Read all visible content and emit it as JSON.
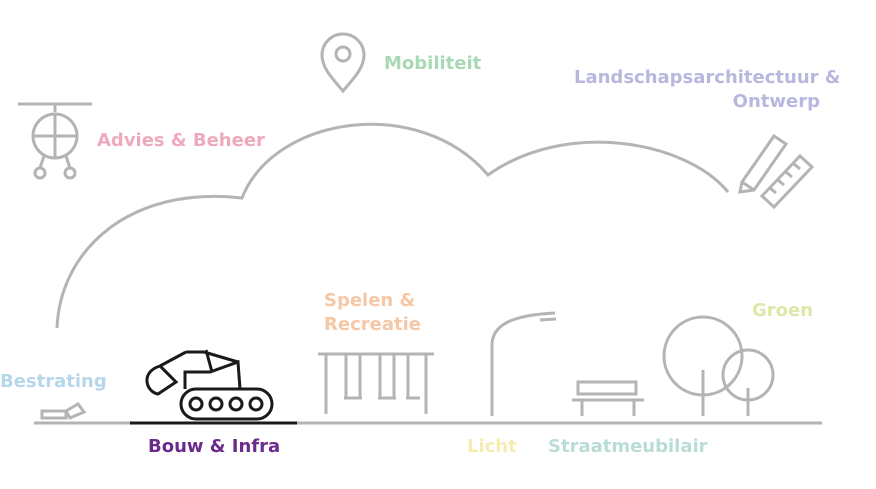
{
  "labels": {
    "mobiliteit": {
      "text": "Mobiliteit",
      "color": "#a9d8b4"
    },
    "landschap": {
      "line1": "Landschapsarchitectuur &",
      "line2": "Ontwerp",
      "color": "#b8b8df"
    },
    "advies": {
      "text": "Advies & Beheer",
      "color": "#efa9bd"
    },
    "spelen": {
      "line1": "Spelen &",
      "line2": "Recreatie",
      "color": "#f6c7a5"
    },
    "groen": {
      "text": "Groen",
      "color": "#dde7a8"
    },
    "bestrating": {
      "text": "Bestrating",
      "color": "#b6d6ea"
    },
    "bouw": {
      "text": "Bouw & Infra",
      "color": "#6a2b8b"
    },
    "licht": {
      "text": "Licht",
      "color": "#f6ecb0"
    },
    "straatmeubilair": {
      "text": "Straatmeubilair",
      "color": "#b9ddd6"
    }
  },
  "colors": {
    "line": "#b4b4b4",
    "active_icon": "#1a1a1a"
  },
  "icons": [
    "location-pin-icon",
    "drone-icon",
    "pencil-ruler-icon",
    "excavator-icon",
    "playground-swing-icon",
    "street-lamp-icon",
    "bench-icon",
    "trees-icon",
    "paving-stones-icon"
  ]
}
